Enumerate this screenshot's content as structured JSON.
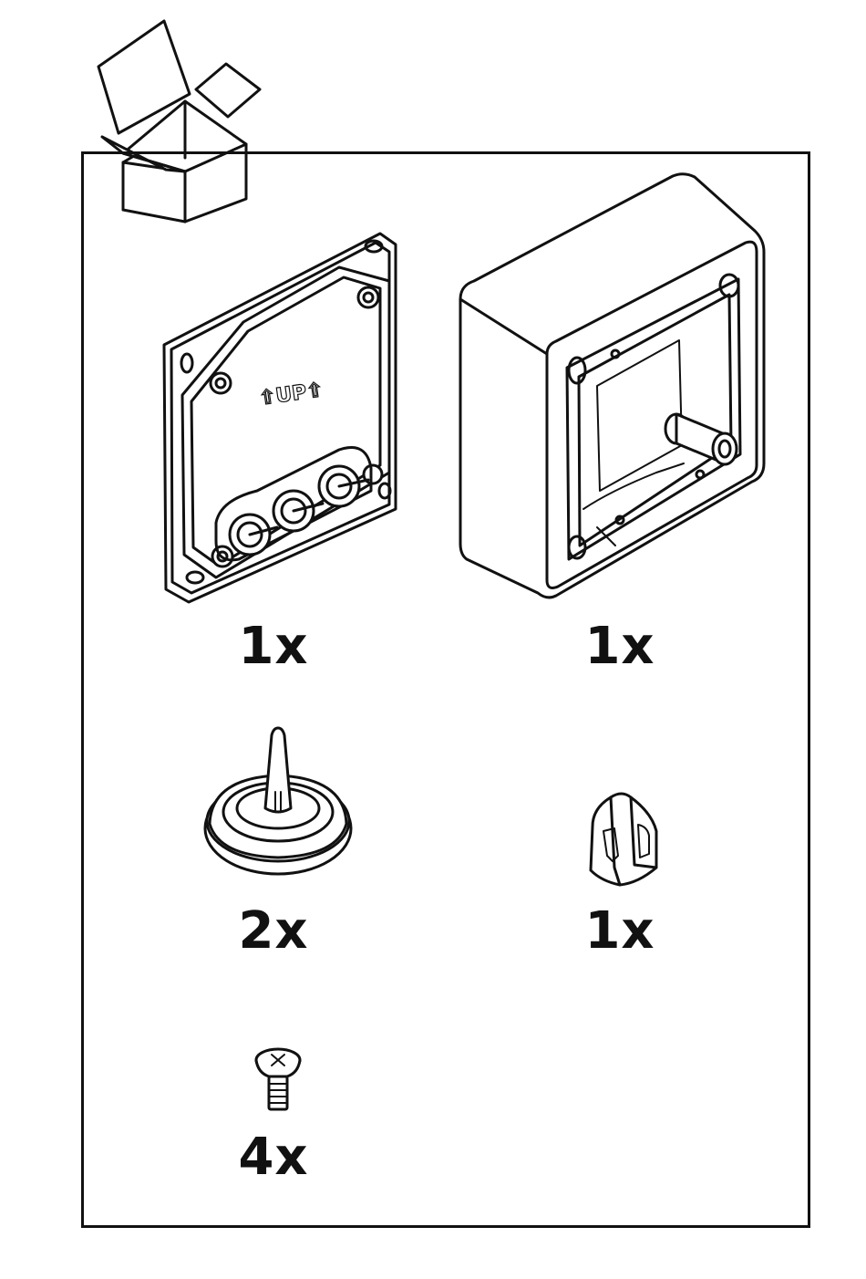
{
  "packaging_icon": "open-box-icon",
  "items": [
    {
      "id": "back-plate",
      "icon": "back-plate-with-glands-icon",
      "quantity": "1x",
      "embossed_text": "⇧UP⇧"
    },
    {
      "id": "housing",
      "icon": "mounting-housing-icon",
      "quantity": "1x"
    },
    {
      "id": "cable-gland",
      "icon": "cable-gland-seal-icon",
      "quantity": "2x"
    },
    {
      "id": "cable-clip",
      "icon": "cable-clip-icon",
      "quantity": "1x"
    },
    {
      "id": "screw",
      "icon": "screw-icon",
      "quantity": "4x"
    }
  ],
  "colors": {
    "line": "#111111",
    "background": "#ffffff"
  }
}
